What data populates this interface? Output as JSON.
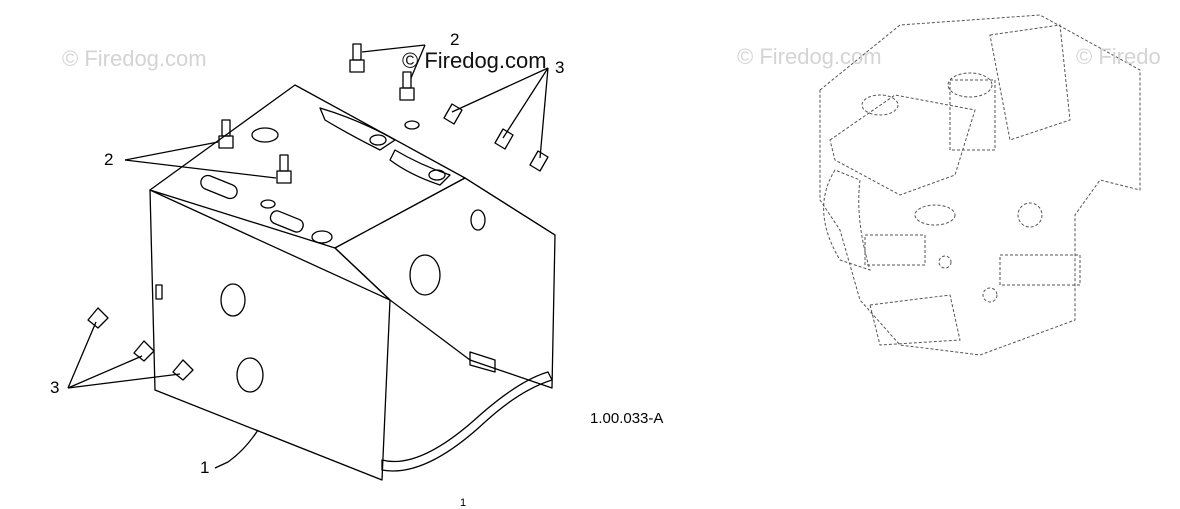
{
  "watermarks": {
    "top_left": "© Firedog.com",
    "top_center": "© Firedog.com",
    "top_right_1": "© Firedog.com",
    "top_right_2": "© Firedo"
  },
  "callouts": {
    "top_bolt": "2",
    "left_bolts": "2",
    "right_screws": "3",
    "left_screws": "3",
    "frame": "1",
    "bottom_partial": "1"
  },
  "figure_code": "1.00.033-A",
  "colors": {
    "line": "#000000",
    "watermark": "#d4d4d4",
    "ghost": "#555555"
  }
}
